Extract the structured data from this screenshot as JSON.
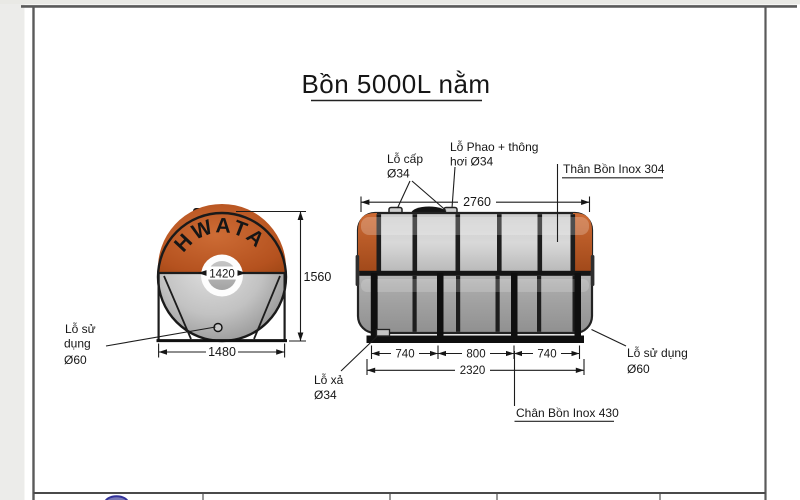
{
  "drawing": {
    "title": "Bồn 5000L nằm"
  },
  "front_view": {
    "brand": "HWATA",
    "dims": {
      "diameter": "1420",
      "height": "1560",
      "base_width": "1480"
    },
    "labels": {
      "lo_su_dung_line1": "Lỗ sử",
      "lo_su_dung_line2": "dụng",
      "lo_su_dung_line3": "Ø60"
    }
  },
  "side_view": {
    "dims": {
      "length": "2760",
      "base_seg_left": "740",
      "base_seg_mid": "800",
      "base_seg_right": "740",
      "base_total": "2320"
    },
    "labels": {
      "lo_cap_line1": "Lỗ cấp",
      "lo_cap_line2": "Ø34",
      "lo_phao_line1": "Lỗ Phao + thông",
      "lo_phao_line2": "hơi Ø34",
      "than_bon": "Thân Bồn Inox 304",
      "lo_xa_line1": "Lỗ xả",
      "lo_xa_line2": "Ø34",
      "lo_su_dung_line1": "Lỗ sử dụng",
      "lo_su_dung_line2": "Ø60",
      "chan_bon": "Chân Bồn Inox 430"
    }
  },
  "colors": {
    "tank_orange": "#b65220",
    "tank_steel": "#b3b3b3",
    "band_dark": "#161616",
    "logo_blue": "#3a3a9c"
  }
}
